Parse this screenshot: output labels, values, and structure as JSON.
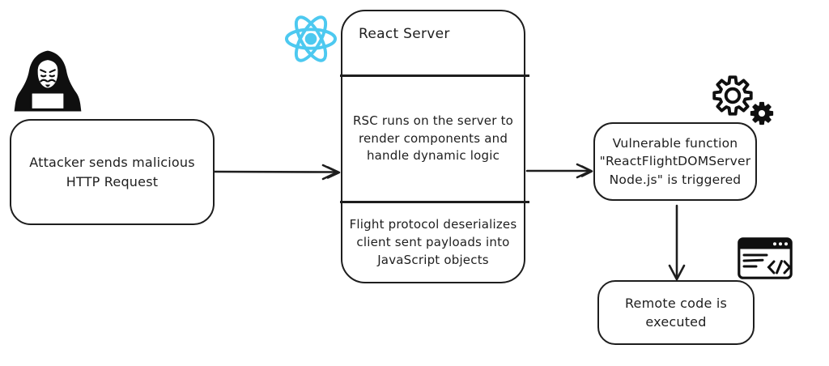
{
  "diagram": {
    "kind": "attack-flow-diagram",
    "nodes": {
      "attacker": {
        "label": "Attacker sends malicious HTTP Request"
      },
      "react_server": {
        "title": "React Server",
        "rsc": "RSC runs on the server to render components and handle dynamic logic",
        "flight": "Flight protocol deserializes client sent payloads into JavaScript objects"
      },
      "vulnerable_function": {
        "label": "Vulnerable function \"ReactFlightDOMServer Node.js\" is triggered"
      },
      "remote_code": {
        "label": "Remote code is executed"
      }
    },
    "arrows": [
      {
        "from": "attacker",
        "to": "react_server"
      },
      {
        "from": "react_server",
        "to": "vulnerable_function"
      },
      {
        "from": "vulnerable_function",
        "to": "remote_code"
      }
    ],
    "icons": {
      "hacker": "hacker-anonymous-laptop-icon",
      "react": "react-logo-icon",
      "gears": "gears-icon",
      "browser": "browser-code-window-icon"
    },
    "colors": {
      "background": "#ffffff",
      "stroke": "#1e1e1e",
      "icon_black": "#0f0f0f",
      "react_blue": "#4dc9f0"
    }
  }
}
